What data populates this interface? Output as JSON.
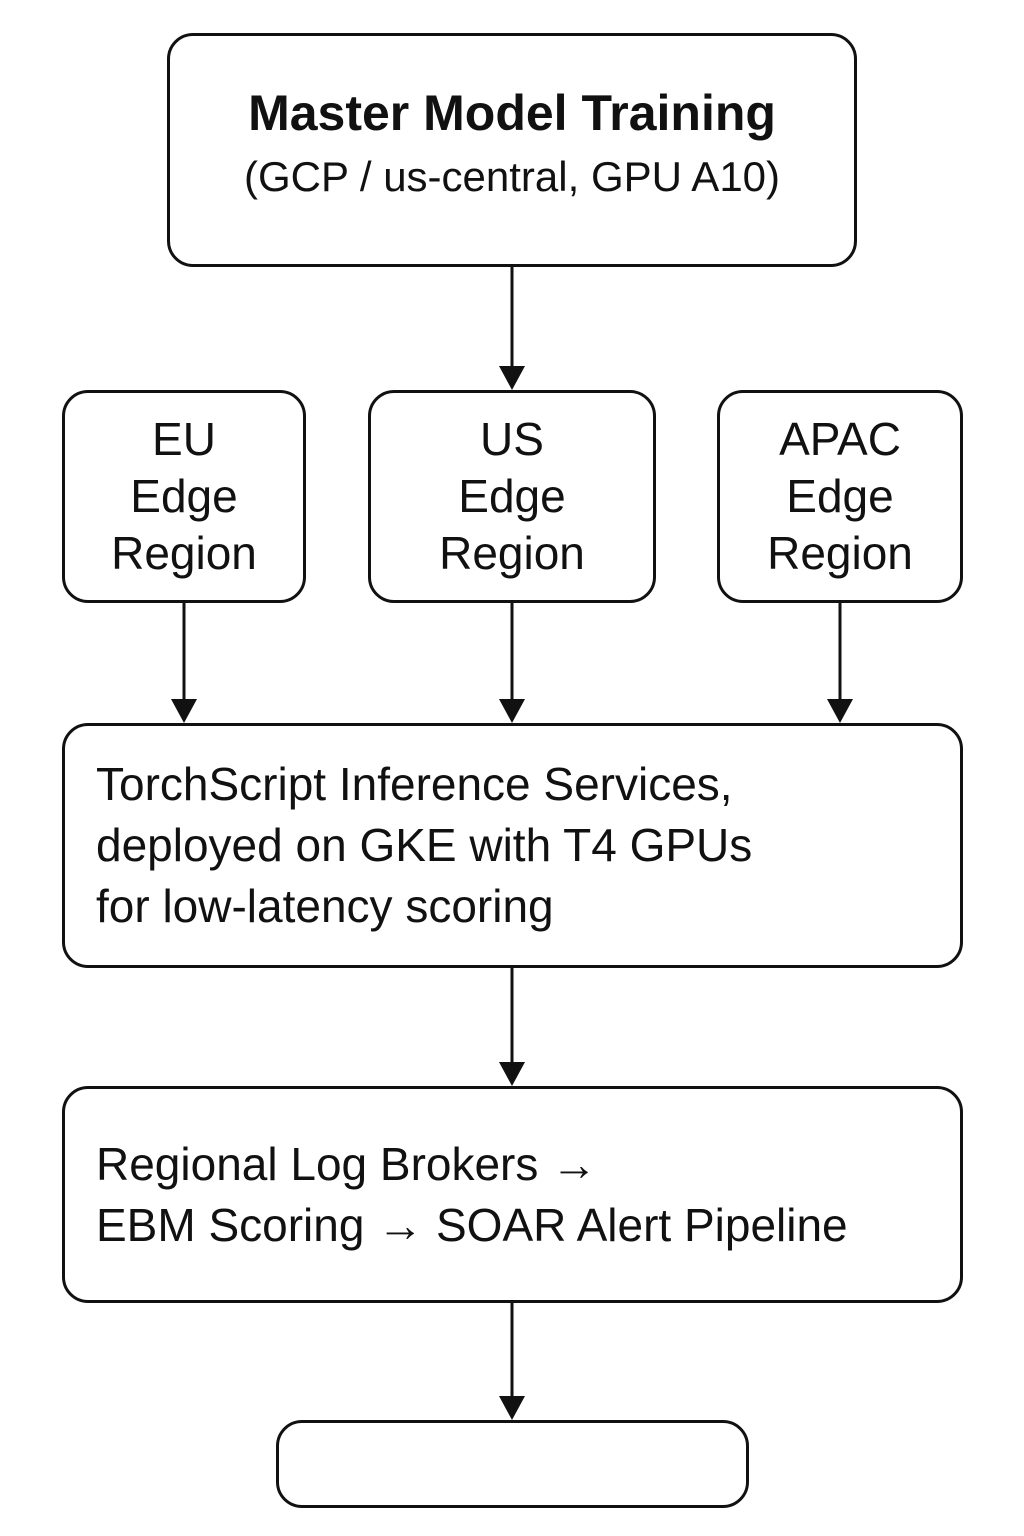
{
  "master": {
    "title": "Master Model Training",
    "subtitle": "(GCP / us-central, GPU A10)"
  },
  "regions": [
    {
      "lines": [
        "EU",
        "Edge",
        "Region"
      ]
    },
    {
      "lines": [
        "US",
        "Edge",
        "Region"
      ]
    },
    {
      "lines": [
        "APAC",
        "Edge",
        "Region"
      ]
    }
  ],
  "inference": {
    "lines": [
      "TorchScript Inference Services,",
      "deployed on GKE with T4 GPUs",
      "for low-latency scoring"
    ]
  },
  "pipeline": {
    "lines": [
      "Regional Log Brokers →",
      "EBM Scoring → SOAR Alert Pipeline"
    ]
  },
  "final": {
    "label": ""
  },
  "colors": {
    "stroke": "#111111",
    "background": "#ffffff"
  }
}
